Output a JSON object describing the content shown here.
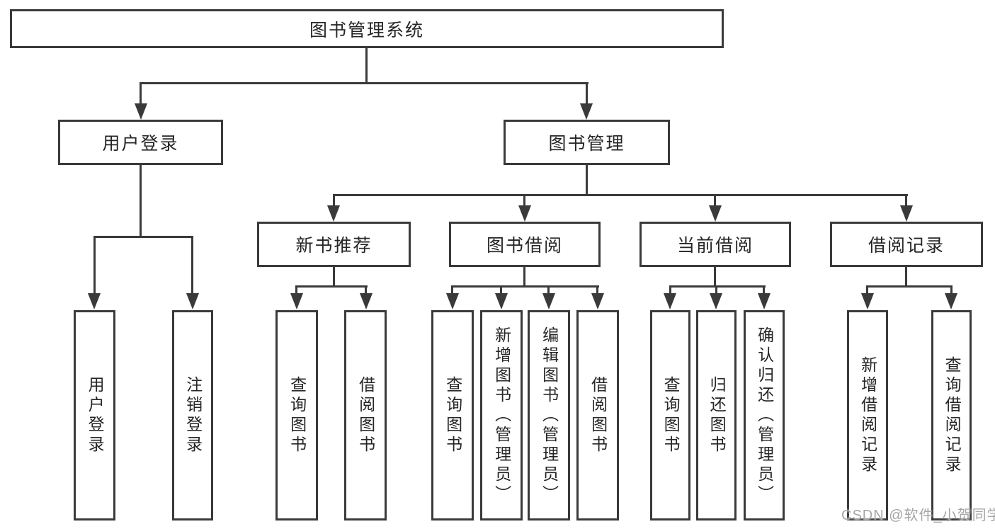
{
  "diagram": {
    "root": {
      "label": "图书管理系统"
    },
    "level2": [
      {
        "label": "用户登录"
      },
      {
        "label": "图书管理"
      }
    ],
    "level3": [
      {
        "label": "新书推荐"
      },
      {
        "label": "图书借阅"
      },
      {
        "label": "当前借阅"
      },
      {
        "label": "借阅记录"
      }
    ],
    "leaves": [
      {
        "label": "用户登录"
      },
      {
        "label": "注销登录"
      },
      {
        "label": "查询图书"
      },
      {
        "label": "借阅图书"
      },
      {
        "label": "查询图书"
      },
      {
        "label": "新增图书（管理员）"
      },
      {
        "label": "编辑图书（管理员）"
      },
      {
        "label": "借阅图书"
      },
      {
        "label": "查询图书"
      },
      {
        "label": "归还图书"
      },
      {
        "label": "确认归还（管理员）"
      },
      {
        "label": "新增借阅记录"
      },
      {
        "label": "查询借阅记录"
      }
    ]
  },
  "watermark": {
    "text": "CSDN @软件_小贺同学"
  },
  "colors": {
    "line": "#3a3a3a",
    "text": "#262626",
    "background": "#ffffff",
    "watermark": "#a6a6a6"
  }
}
